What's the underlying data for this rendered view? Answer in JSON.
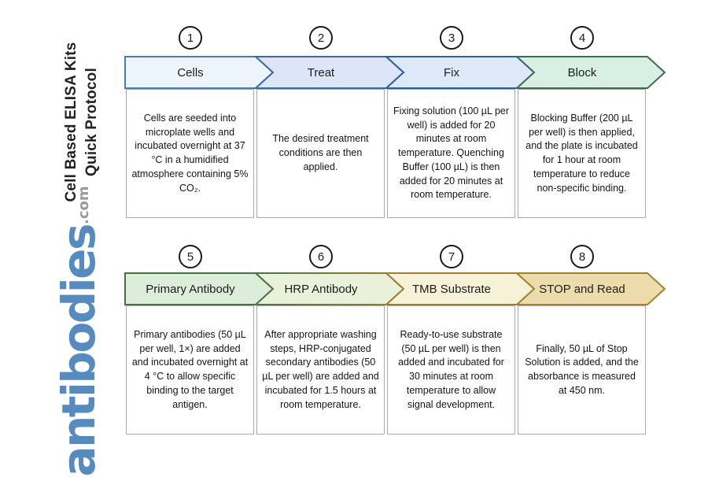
{
  "title": {
    "line1": "Cell Based ELISA Kits",
    "line2": "Quick Protocol"
  },
  "logo": {
    "word": "antibodies",
    "tld": ".com",
    "word_color": "#568bbf",
    "tld_color": "#9a9a9a"
  },
  "steps": [
    {
      "number": "1",
      "label": "Cells",
      "fill": "#eef4fb",
      "border": "#4a7aa9",
      "description": "Cells are seeded into microplate wells and incubated overnight at 37 °C in a humidified atmosphere containing 5% CO₂."
    },
    {
      "number": "2",
      "label": "Treat",
      "fill": "#dde5f8",
      "border": "#3b69a8",
      "description": "The desired treatment conditions are then applied."
    },
    {
      "number": "3",
      "label": "Fix",
      "fill": "#dde9f8",
      "border": "#2e5f99",
      "description": "Fixing solution (100 µL per well) is added for 20 minutes at room temperature. Quenching Buffer (100 µL) is then added for 20 minutes at room temperature."
    },
    {
      "number": "4",
      "label": "Block",
      "fill": "#d8efe4",
      "border": "#3e6b53",
      "description": "Blocking Buffer (200 µL per well) is then applied, and the plate is incubated for 1 hour at room temperature to reduce non-specific binding."
    },
    {
      "number": "5",
      "label": "Primary Antibody",
      "fill": "#dcedd9",
      "border": "#46713f",
      "description": "Primary antibodies (50 µL per well, 1×) are added and incubated overnight at 4 °C to allow specific binding to the target antigen."
    },
    {
      "number": "6",
      "label": "HRP Antibody",
      "fill": "#e9f1da",
      "border": "#4a7045",
      "border2": "#9c7d35",
      "description": "After appropriate washing steps, HRP-conjugated secondary antibodies (50 µL per well) are added and incubated for 1.5 hours at room temperature."
    },
    {
      "number": "7",
      "label": "TMB Substrate",
      "fill": "#f6f2d7",
      "border": "#9a7e33",
      "description": "Ready-to-use substrate (50 µL per well) is then added and incubated for 30 minutes at room temperature to allow signal development."
    },
    {
      "number": "8",
      "label": "STOP and Read",
      "fill": "#ecdcab",
      "border": "#a3802c",
      "description": "Finally, 50 µL of Stop Solution is added, and the absorbance is measured at 450 nm."
    }
  ]
}
